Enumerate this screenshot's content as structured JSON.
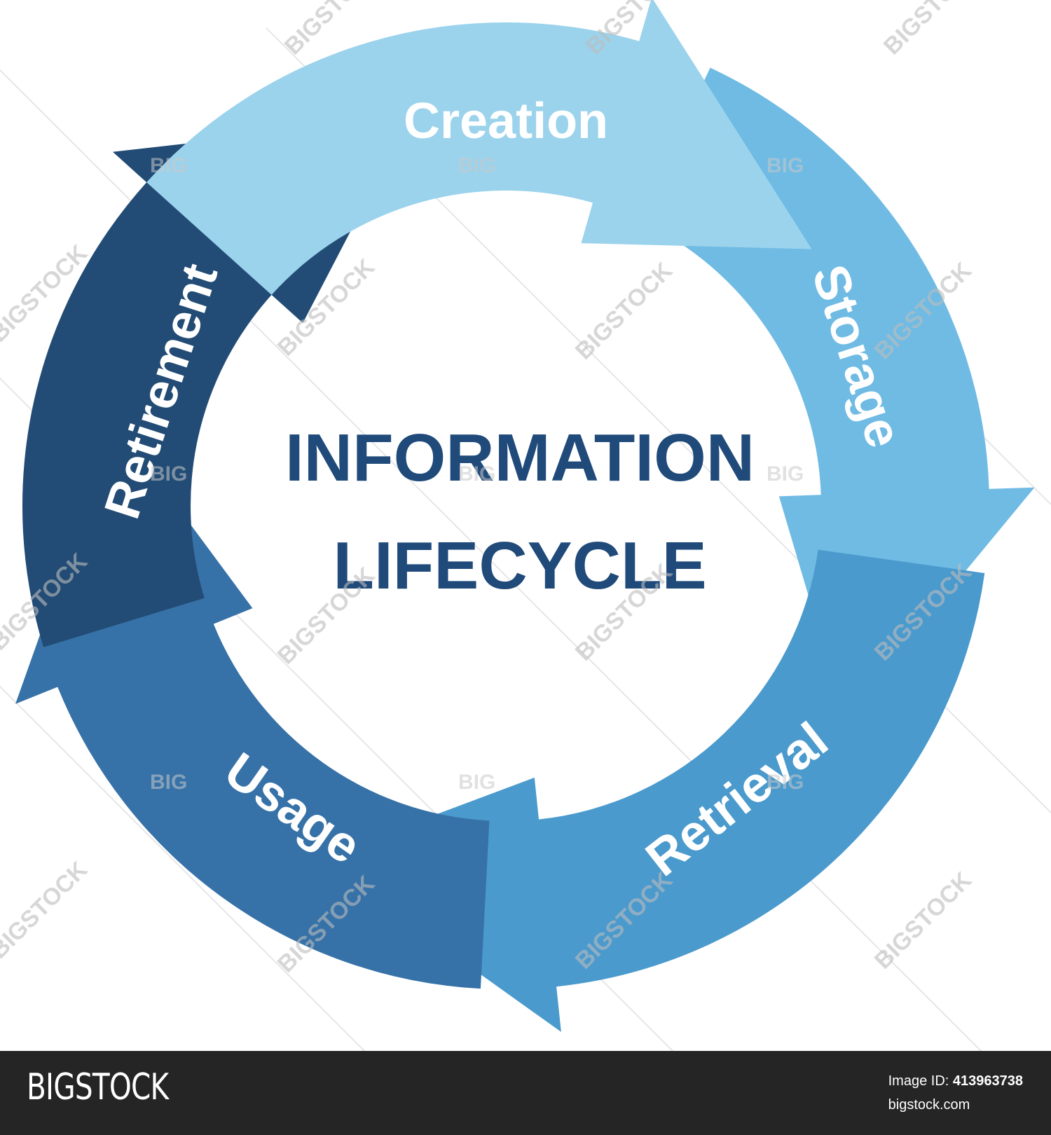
{
  "diagram": {
    "title_line1": "INFORMATION",
    "title_line2": "LIFECYCLE",
    "title_color": "#1f4a7a",
    "stages": [
      {
        "label": "Creation",
        "color": "#9bd3ec"
      },
      {
        "label": "Storage",
        "color": "#6fbbe4"
      },
      {
        "label": "Retrieval",
        "color": "#4b9acd"
      },
      {
        "label": "Usage",
        "color": "#3672a8"
      },
      {
        "label": "Retirement",
        "color": "#224c75"
      }
    ],
    "label_color": "#ffffff"
  },
  "watermark": {
    "text": "BIGSTOCK",
    "short_text": "BIG"
  },
  "footer": {
    "logo": "BIGSTOCK",
    "image_id_label": "Image ID:",
    "image_id": "413963738",
    "site": "bigstock.com",
    "background": "#252525"
  }
}
